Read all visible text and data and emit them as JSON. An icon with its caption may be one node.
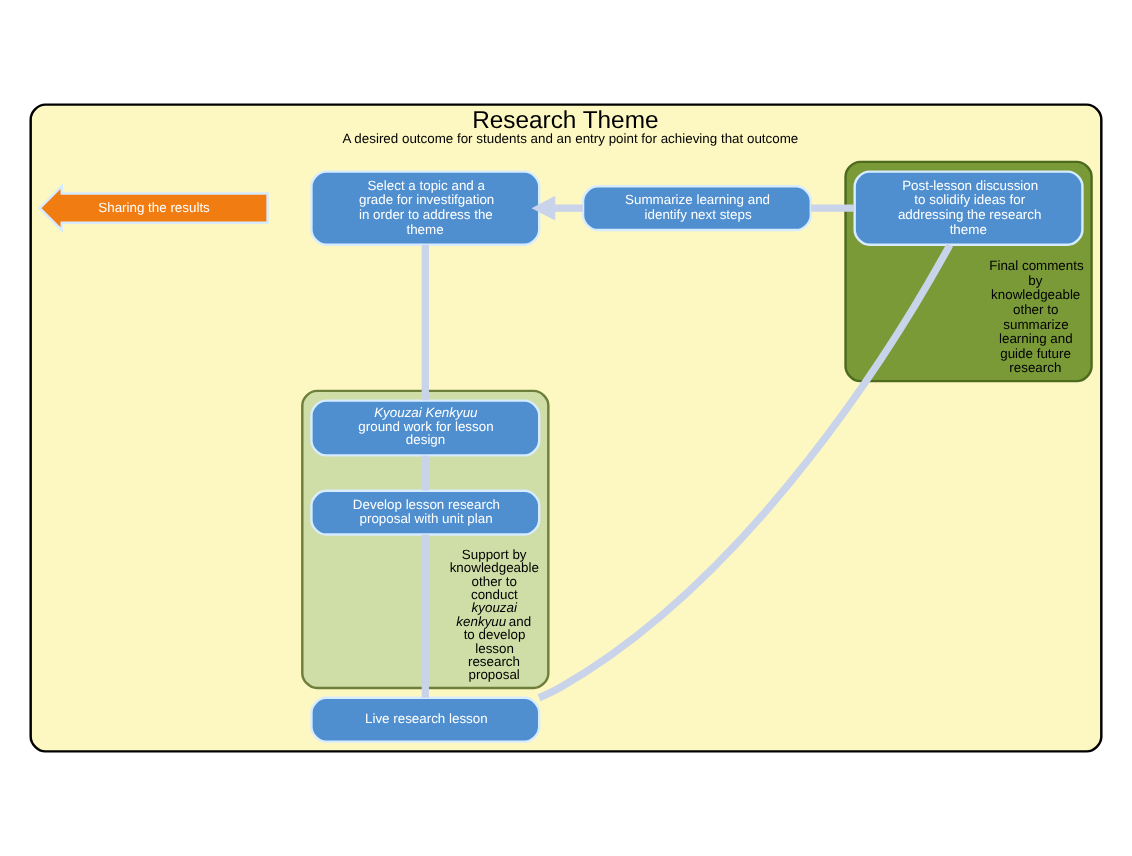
{
  "diagram": {
    "nodes": [
      {
        "text": [
          "Research Theme",
          "A desired outcome for students and an entry point for achieving that outcome"
        ]
      },
      {
        "text": [
          "Support by knowledgeable other to conduct *kyouzai kenkyuu* and to develop lesson research proposal"
        ],
        "in": 0
      },
      {
        "text": [
          "Kyouzai Kenkyuu",
          "ground work for lesson design"
        ],
        "in": 1
      },
      {
        "text": [
          "Develop lesson research proposal with unit plan"
        ],
        "in": 1
      },
      {
        "text": [
          "Final comments by knowledgeable other to summarize learning and guide future research"
        ],
        "in": 0
      },
      {
        "text": [
          "Post-lesson discussion to solidify ideas for addressing the research theme"
        ],
        "in": 4
      },
      {
        "text": [
          "Live research lesson"
        ],
        "in": 0
      },
      {
        "text": [
          "Summarize learning and identify next steps"
        ],
        "in": 0
      },
      {
        "text": [
          "Select a topic and a grade for investifgation in order to address the theme"
        ],
        "in": 0
      },
      {
        "text": [
          "Sharing the results"
        ],
        "in": 0
      }
    ],
    "edges": [
      {
        "from": 8,
        "to": 2,
        "arrow": "none"
      },
      {
        "from": 2,
        "to": 3,
        "arrow": "none"
      },
      {
        "from": 3,
        "to": 6,
        "arrow": "none"
      },
      {
        "from": 6,
        "to": 5,
        "arrow": "none"
      },
      {
        "from": 5,
        "to": 7,
        "arrow": "none"
      },
      {
        "from": 7,
        "to": 8,
        "arrow": "to"
      }
    ]
  }
}
